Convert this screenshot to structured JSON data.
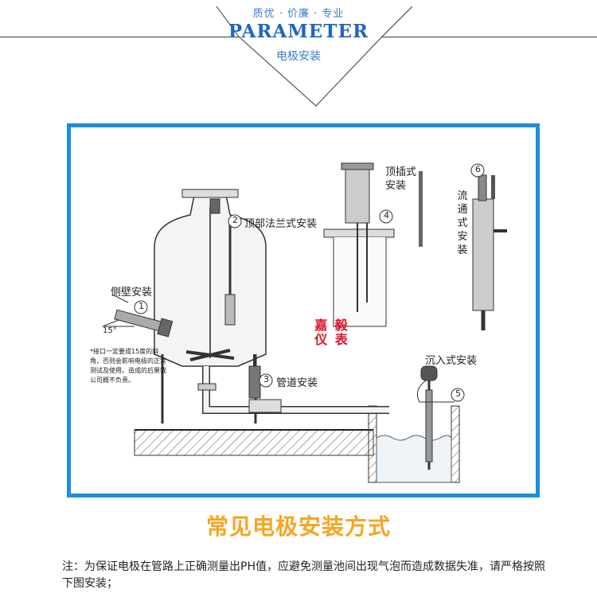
{
  "header": {
    "tagline": "质优 · 价廉 · 专业",
    "title": "PARAMETER",
    "subtitle": "电极安装"
  },
  "diagram": {
    "labels": {
      "top_insert": "顶插式\n安装",
      "flow_through": "流通式安装",
      "top_flange": "顶部法兰式安装",
      "side_wall": "侧壁安装",
      "pipeline": "管道安装",
      "submerged": "沉入式安装",
      "angle": "15°"
    },
    "numbers": {
      "n1": "1",
      "n2": "2",
      "n3": "3",
      "n4": "4",
      "n5": "5",
      "n6": "6"
    },
    "note": "*接口一定要成15度的斜角，否则会影响电极的正常测试及使用。造成的后果我公司概不负责。",
    "stamp": "嘉 毅\n仪 表"
  },
  "caption": "常见电极安装方式",
  "footnote": "注：为保证电极在管路上正确测量出PH值，应避免测量池间出现气泡而造成数据失准，请严格按照下图安装；",
  "colors": {
    "frame": "#1a8ee0",
    "title": "#1f66c4",
    "caption": "#f5a623",
    "stamp": "#e0102a"
  }
}
